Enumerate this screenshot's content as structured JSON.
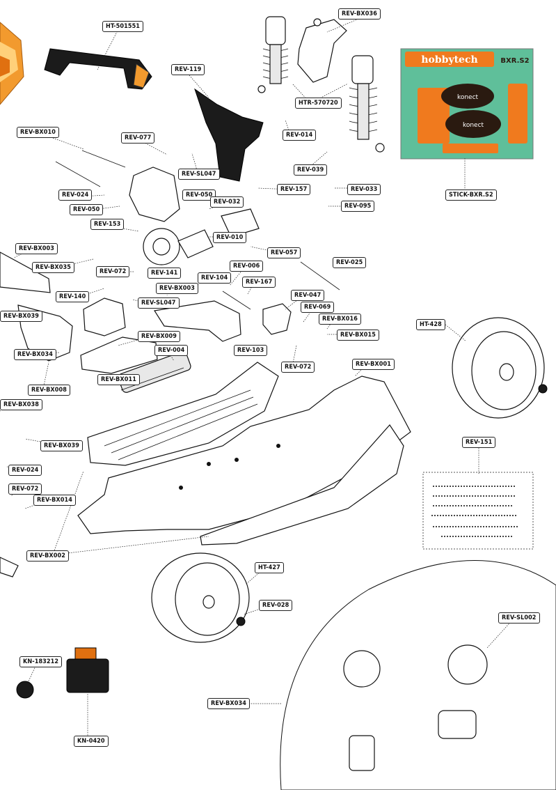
{
  "parts": [
    {
      "id": "HT-501551"
    },
    {
      "id": "REV-BX036"
    },
    {
      "id": "REV-119"
    },
    {
      "id": "HTR-570720"
    },
    {
      "id": "REV-BX010"
    },
    {
      "id": "REV-077"
    },
    {
      "id": "REV-014"
    },
    {
      "id": "REV-SL047"
    },
    {
      "id": "REV-039"
    },
    {
      "id": "REV-024"
    },
    {
      "id": "REV-050"
    },
    {
      "id": "REV-157"
    },
    {
      "id": "REV-033"
    },
    {
      "id": "REV-032"
    },
    {
      "id": "REV-095"
    },
    {
      "id": "STICK-BXR.S2"
    },
    {
      "id": "REV-050"
    },
    {
      "id": "REV-153"
    },
    {
      "id": "REV-010"
    },
    {
      "id": "REV-BX003"
    },
    {
      "id": "REV-057"
    },
    {
      "id": "REV-025"
    },
    {
      "id": "REV-BX035"
    },
    {
      "id": "REV-072"
    },
    {
      "id": "REV-141"
    },
    {
      "id": "REV-006"
    },
    {
      "id": "REV-104"
    },
    {
      "id": "REV-BX003"
    },
    {
      "id": "REV-167"
    },
    {
      "id": "REV-140"
    },
    {
      "id": "REV-047"
    },
    {
      "id": "REV-SL047"
    },
    {
      "id": "REV-069"
    },
    {
      "id": "REV-BX039"
    },
    {
      "id": "REV-BX016"
    },
    {
      "id": "HT-428"
    },
    {
      "id": "REV-BX009"
    },
    {
      "id": "REV-BX015"
    },
    {
      "id": "REV-004"
    },
    {
      "id": "REV-BX034"
    },
    {
      "id": "REV-103"
    },
    {
      "id": "REV-BX001"
    },
    {
      "id": "REV-072"
    },
    {
      "id": "REV-BX011"
    },
    {
      "id": "REV-BX008"
    },
    {
      "id": "REV-BX038"
    },
    {
      "id": "REV-151"
    },
    {
      "id": "REV-BX039"
    },
    {
      "id": "REV-024"
    },
    {
      "id": "REV-072"
    },
    {
      "id": "REV-BX014"
    },
    {
      "id": "REV-BX002"
    },
    {
      "id": "HT-427"
    },
    {
      "id": "REV-028"
    },
    {
      "id": "REV-SL002"
    },
    {
      "id": "KN-183212"
    },
    {
      "id": "REV-BX034"
    },
    {
      "id": "KN-0420"
    }
  ],
  "decal": {
    "texts": [
      "hobbytech",
      "BXR.S2",
      "BXR.S2",
      "BXR.S2",
      "BXR.S2",
      "konect",
      "konect",
      "hobbytech"
    ],
    "colors": {
      "background": "#5fbf9a",
      "accent": "#f07a1e",
      "dark": "#2a1a10"
    }
  }
}
